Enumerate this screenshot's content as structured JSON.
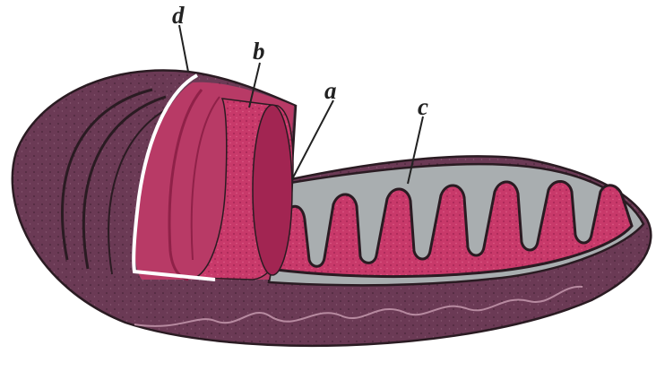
{
  "labels": {
    "a": "a",
    "b": "b",
    "c": "c",
    "d": "d"
  },
  "colors": {
    "outer_body": "#6b3a55",
    "outer_dark": "#4a2438",
    "matrix": "#c2365f",
    "matrix_light": "#d84a73",
    "intermembrane": "#a9aeb0",
    "membrane_edge": "#2a1b22",
    "cut_outline": "#ffffff",
    "background": "#ffffff"
  }
}
